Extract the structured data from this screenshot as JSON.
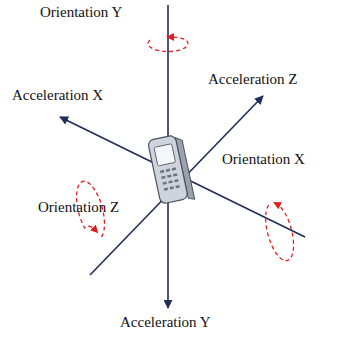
{
  "diagram": {
    "labels": [
      "Orientation Y",
      "Acceleration Z",
      "Acceleration X",
      "Orientation X",
      "Orientation Z",
      "Acceleration Y"
    ]
  }
}
